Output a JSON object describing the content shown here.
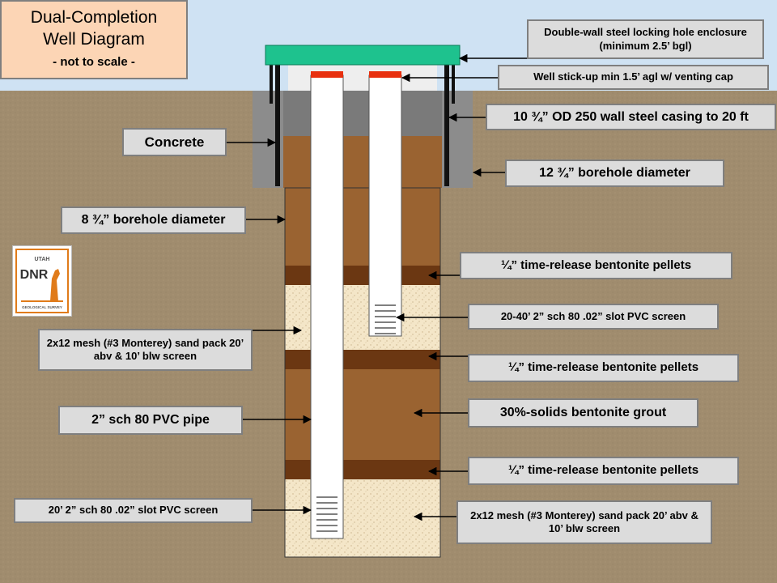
{
  "title": {
    "line1": "Dual-Completion",
    "line2": "Well Diagram",
    "subtitle": "- not to scale -"
  },
  "labels": {
    "enclosure": "Double-wall steel locking hole enclosure (minimum 2.5’ bgl)",
    "stickup": "Well stick-up min 1.5’ agl w/ venting cap",
    "casing": "10 ¾” OD 250 wall steel casing to 20 ft",
    "concrete": "Concrete",
    "borehole_12": "12 ¾” borehole diameter",
    "borehole_8": "8 ¾” borehole diameter",
    "bentonite_pellets_1": "¼” time-release bentonite pellets",
    "screen_upper": "20-40’ 2” sch 80 .02” slot PVC screen",
    "sand_pack_left": "2x12 mesh (#3 Monterey) sand pack 20’ abv & 10’ blw screen",
    "bentonite_pellets_2": "¼” time-release bentonite pellets",
    "grout": "30%-solids bentonite grout",
    "pvc_pipe": "2” sch 80 PVC pipe",
    "bentonite_pellets_3": "¼” time-release bentonite pellets",
    "screen_lower": "20’ 2” sch 80 .02” slot PVC screen",
    "sand_pack_right": "2x12 mesh (#3 Monterey) sand pack 20’ abv & 10’ blw screen"
  },
  "logo": {
    "state": "UTAH",
    "agency": "DNR",
    "survey": "GEOLOGICAL SURVEY"
  },
  "colors": {
    "sky": "#cfe2f3",
    "ground": "#a08c6e",
    "borehole_fill": "#9a6331",
    "bentonite": "#6b3712",
    "sand": "#f4e6c8",
    "concrete": "#8c8c8c",
    "enclosure_lid": "#1ec28e",
    "pipe": "#ffffff",
    "cap": "#e8300f",
    "steel": "#111111",
    "label_bg": "#dcdcdc",
    "title_bg": "#fcd5b5"
  }
}
